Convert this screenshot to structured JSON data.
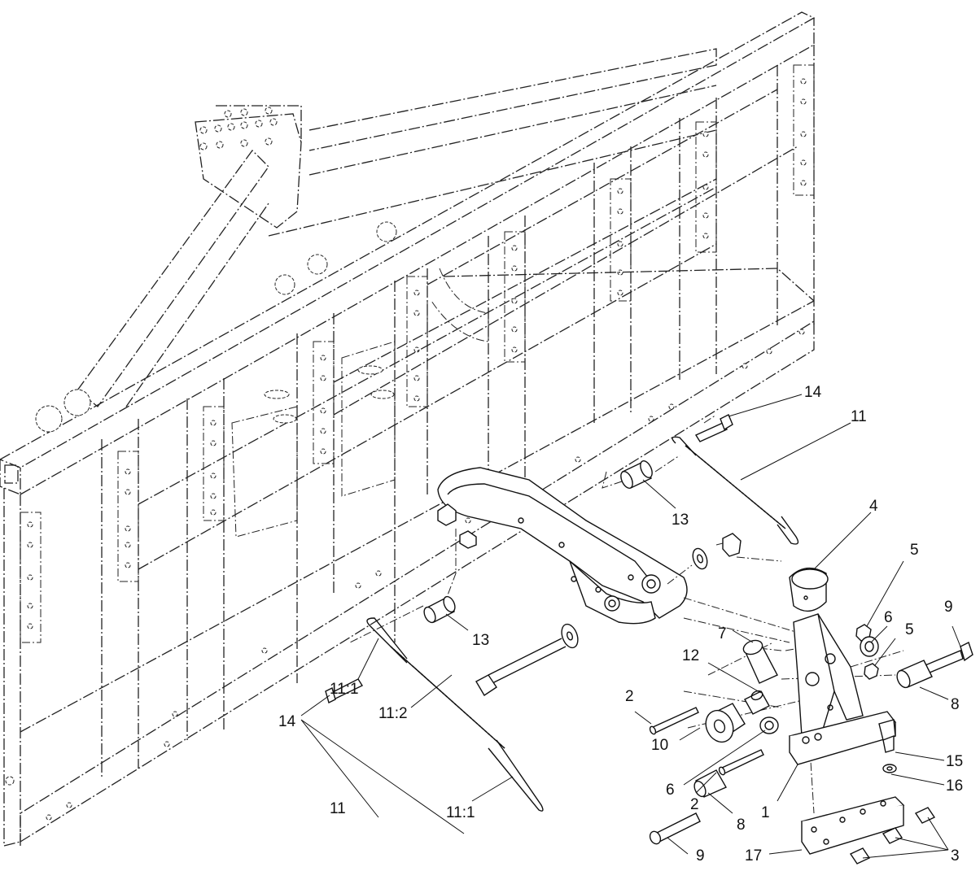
{
  "callouts": [
    {
      "id": "c14a",
      "text": "14"
    },
    {
      "id": "c11a",
      "text": "11"
    },
    {
      "id": "c13a",
      "text": "13"
    },
    {
      "id": "c4",
      "text": "4"
    },
    {
      "id": "c5a",
      "text": "5"
    },
    {
      "id": "c6a",
      "text": "6"
    },
    {
      "id": "c5b",
      "text": "5"
    },
    {
      "id": "c9a",
      "text": "9"
    },
    {
      "id": "c7",
      "text": "7"
    },
    {
      "id": "c12",
      "text": "12"
    },
    {
      "id": "c13b",
      "text": "13"
    },
    {
      "id": "c2a",
      "text": "2"
    },
    {
      "id": "c8a",
      "text": "8"
    },
    {
      "id": "c14b",
      "text": "14"
    },
    {
      "id": "c11_1a",
      "text": "11:1"
    },
    {
      "id": "c11_2",
      "text": "11:2"
    },
    {
      "id": "c10",
      "text": "10"
    },
    {
      "id": "c15",
      "text": "15"
    },
    {
      "id": "c16",
      "text": "16"
    },
    {
      "id": "c6b",
      "text": "6"
    },
    {
      "id": "c2b",
      "text": "2"
    },
    {
      "id": "c1",
      "text": "1"
    },
    {
      "id": "c11_1b",
      "text": "11:1"
    },
    {
      "id": "c11b",
      "text": "11"
    },
    {
      "id": "c8b",
      "text": "8"
    },
    {
      "id": "c9b",
      "text": "9"
    },
    {
      "id": "c17",
      "text": "17"
    },
    {
      "id": "c3",
      "text": "3"
    }
  ]
}
